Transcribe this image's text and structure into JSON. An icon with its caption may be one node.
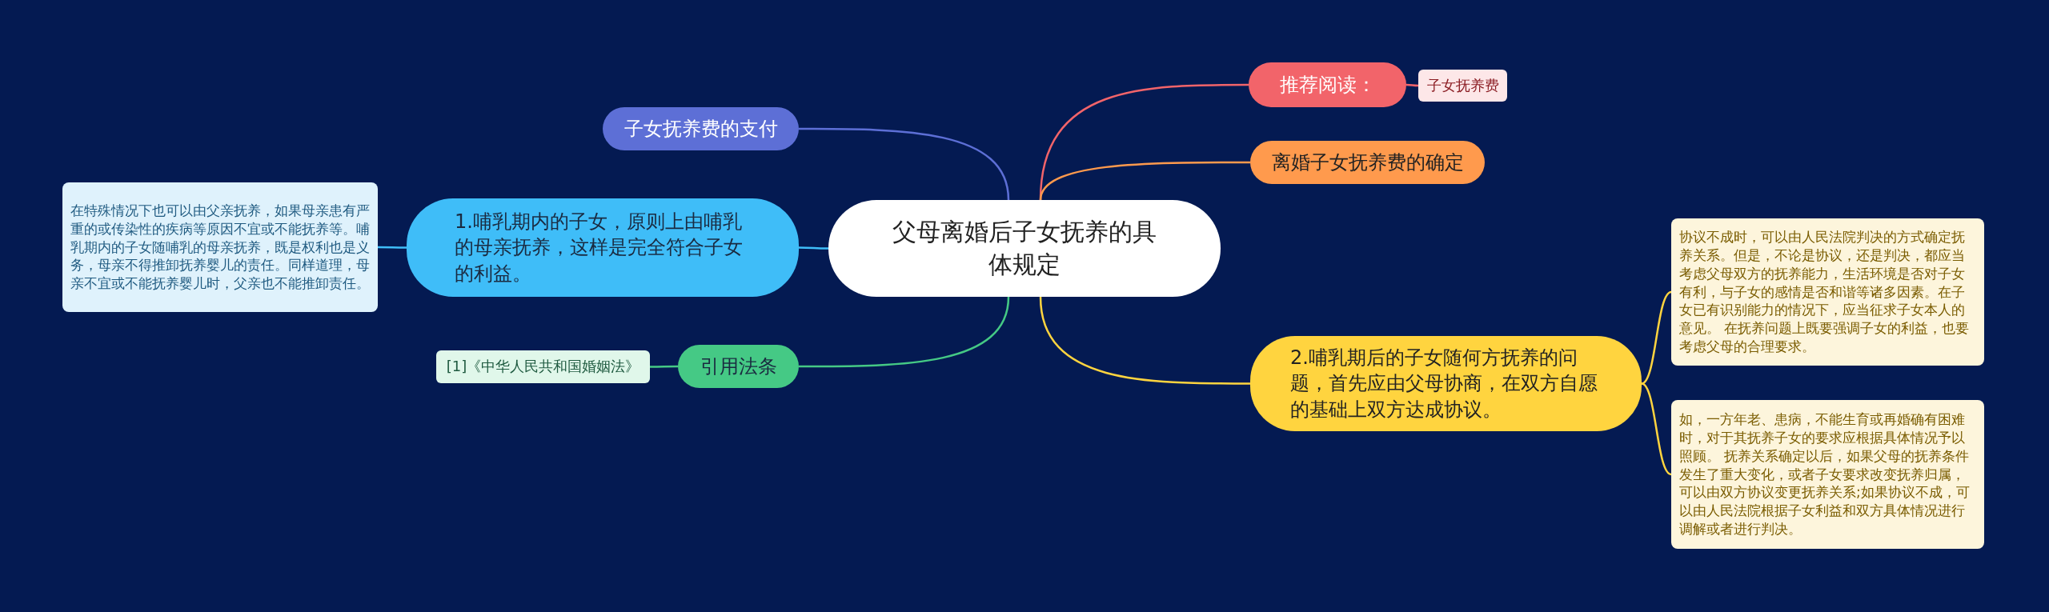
{
  "diagram": {
    "nodes": [
      {
        "text": [
          "父母离婚后子女抚养的具体规定"
        ]
      },
      {
        "text": [
          "推荐阅读："
        ]
      },
      {
        "text": [
          "子女抚养费"
        ]
      },
      {
        "text": [
          "离婚子女抚养费的确定"
        ]
      },
      {
        "text": [
          "2.哺乳期后的子女随何方抚养的问题，首先应由父母协商，在双方自愿的基础上双方达成协议。"
        ]
      },
      {
        "text": [
          "协议不成时，可以由人民法院判决的方式确定抚养关系。但是，不论是协议，还是判决，都应当考虑父母双方的抚养能力，生活环境是否对子女有利，与子女的感情是否和谐等诸多因素。在子女已有识别能力的情况下，应当征求子女本人的意见。 在抚养问题上既要强调子女的利益，也要考虑父母的合理要求。"
        ]
      },
      {
        "text": [
          "如，一方年老、患病，不能生育或再婚确有困难时，对于其抚养子女的要求应根据具体情况予以照顾。 抚养关系确定以后，如果父母的抚养条件发生了重大变化，或者子女要求改变抚养归属，可以由双方协议变更抚养关系;如果协议不成，可以由人民法院根据子女利益和双方具体情况进行调解或者进行判决。"
        ]
      },
      {
        "text": [
          "子女抚养费的支付"
        ]
      },
      {
        "text": [
          "1.哺乳期内的子女，原则上由哺乳的母亲抚养，这样是完全符合子女的利益。"
        ]
      },
      {
        "text": [
          "在特殊情况下也可以由父亲抚养，如果母亲患有严重的或传染性的疾病等原因不宜或不能抚养等。哺乳期内的子女随哺乳的母亲抚养，既是权利也是义务，母亲不得推卸抚养婴儿的责任。同样道理，母亲不宜或不能抚养婴儿时，父亲也不能推卸责任。"
        ]
      },
      {
        "text": [
          "引用法条"
        ]
      },
      {
        "text": [
          "[1]《中华人民共和国婚姻法》"
        ]
      }
    ],
    "edges": [
      {
        "from": 0,
        "to": 1,
        "arrow": "none",
        "color": "#f2646a"
      },
      {
        "from": 1,
        "to": 2,
        "arrow": "none",
        "color": "#f2646a"
      },
      {
        "from": 0,
        "to": 3,
        "arrow": "none",
        "color": "#ff9a4d"
      },
      {
        "from": 0,
        "to": 4,
        "arrow": "none",
        "color": "#ffd43f"
      },
      {
        "from": 4,
        "to": 5,
        "arrow": "none",
        "color": "#ffd43f"
      },
      {
        "from": 4,
        "to": 6,
        "arrow": "none",
        "color": "#ffd43f"
      },
      {
        "from": 0,
        "to": 7,
        "arrow": "none",
        "color": "#5d6fd6"
      },
      {
        "from": 0,
        "to": 8,
        "arrow": "none",
        "color": "#3fbdf8"
      },
      {
        "from": 8,
        "to": 9,
        "arrow": "none",
        "color": "#3fbdf8"
      },
      {
        "from": 0,
        "to": 10,
        "arrow": "none",
        "color": "#45c985"
      },
      {
        "from": 10,
        "to": 11,
        "arrow": "none",
        "color": "#45c985"
      }
    ]
  }
}
